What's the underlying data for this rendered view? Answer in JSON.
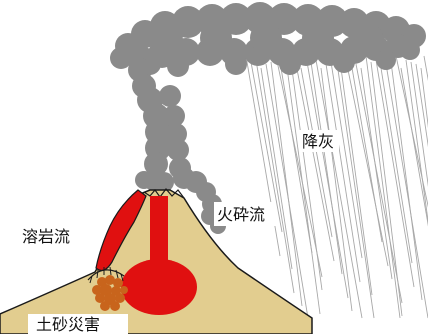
{
  "labels": {
    "ashfall": "降灰",
    "lava_flow": "溶岩流",
    "pyroclastic_flow": "火砕流",
    "sediment_disaster": "土砂災害"
  },
  "colors": {
    "mountain": "#e2cd8f",
    "magma": "#e01010",
    "ash_cloud": "#8a8a8a",
    "rain": "#a8a8a8",
    "debris": "#c8641c"
  }
}
